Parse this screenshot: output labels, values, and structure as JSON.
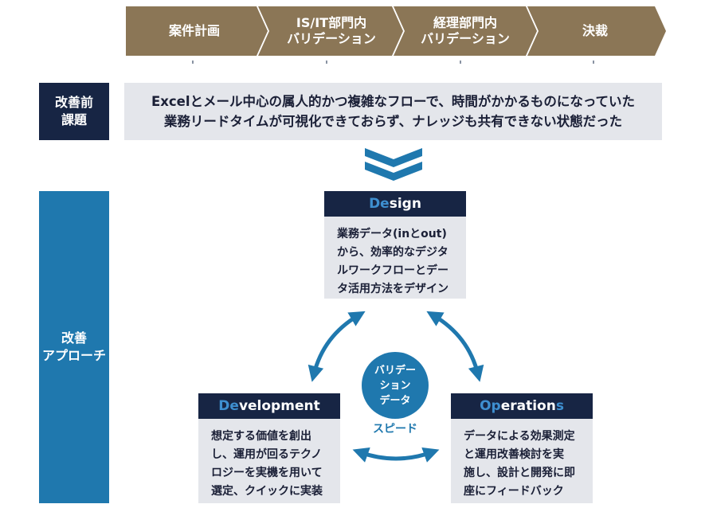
{
  "process_steps": [
    {
      "label": "案件計画"
    },
    {
      "label": "IS/IT部門内\nバリデーション"
    },
    {
      "label": "経理部門内\nバリデーション"
    },
    {
      "label": "決裁"
    }
  ],
  "before": {
    "label": "改善前\n課題",
    "text": "Excelとメール中心の属人的かつ複雑なフローで、時間がかかるものになっていた\n業務リードタイムが可視化できておらず、ナレッジも共有できない状態だった"
  },
  "approach": {
    "label": "改善\nアプローチ"
  },
  "design": {
    "title_hl": "De",
    "title_rest": "sign",
    "text": "業務データ(inとout)\nから、効率的なデジタ\nルワークフローとデー\nタ活用方法をデザイン"
  },
  "development": {
    "title_hl": "De",
    "title_rest": "velopment",
    "text": "想定する価値を創出\nし、運用が回るテクノ\nロジーを実機を用いて\n選定、クイックに実装"
  },
  "operations": {
    "title_hl1": "Op",
    "title_mid": "eration",
    "title_hl2": "s",
    "text": "データによる効果測定\nと運用改善検討を実\n施し、設計と開発に即\n座にフィードバック"
  },
  "cycle": {
    "center": "バリデー\nション\nデータ",
    "speed": "スピード"
  },
  "colors": {
    "step_brown": "#8b7656",
    "navy": "#172544",
    "blue": "#1f78ae",
    "card_gray": "#e4e6eb",
    "accent_text": "#3e8fd0"
  }
}
